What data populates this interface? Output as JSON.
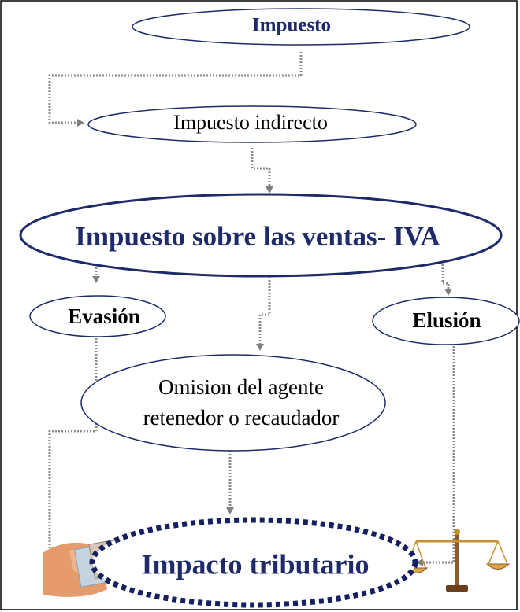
{
  "nodes": {
    "impuesto": "Impuesto",
    "impuesto_indirecto": "Impuesto indirecto",
    "iva": "Impuesto sobre las ventas- IVA",
    "evasion": "Evasión",
    "elusion": "Elusión",
    "omision_line1": "Omision del agente",
    "omision_line2": "retenedor o recaudador",
    "impacto": "Impacto tributario"
  },
  "colors": {
    "navy": "#1f2a6b",
    "dark_navy": "#14205f",
    "connector": "#8a8a8a",
    "frame": "#000000"
  }
}
